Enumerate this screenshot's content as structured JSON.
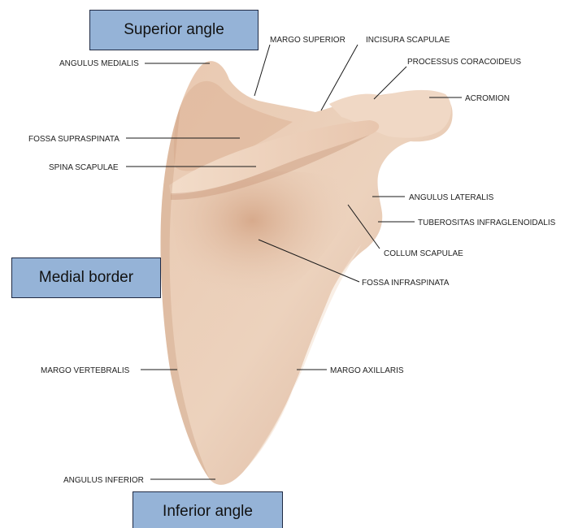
{
  "callouts": {
    "superior_angle": "Superior angle",
    "medial_border": "Medial border",
    "inferior_angle": "Inferior angle"
  },
  "labels": {
    "margo_superior": "MARGO SUPERIOR",
    "incisura_scapulae": "INCISURA SCAPULAE",
    "processus_coracoideus": "PROCESSUS CORACOIDEUS",
    "angulus_medialis": "ANGULUS MEDIALIS",
    "acromion": "ACROMION",
    "fossa_supraspinata": "FOSSA SUPRASPINATA",
    "spina_scapulae": "SPINA SCAPULAE",
    "angulus_lateralis": "ANGULUS LATERALIS",
    "tuberositas_infraglenoidalis": "TUBEROSITAS INFRAGLENOIDALIS",
    "collum_scapulae": "COLLUM SCAPULAE",
    "fossa_infraspinata": "FOSSA INFRASPINATA",
    "margo_vertebralis": "MARGO VERTEBRALIS",
    "margo_axillaris": "MARGO AXILLARIS",
    "angulus_inferior": "ANGULUS INFERIOR"
  },
  "colors": {
    "bone_light": "#ecd2bd",
    "bone_mid": "#e2bea5",
    "bone_shadow": "#c99a7c",
    "callout_fill": "#95b3d7",
    "callout_border": "#1f2a44"
  }
}
